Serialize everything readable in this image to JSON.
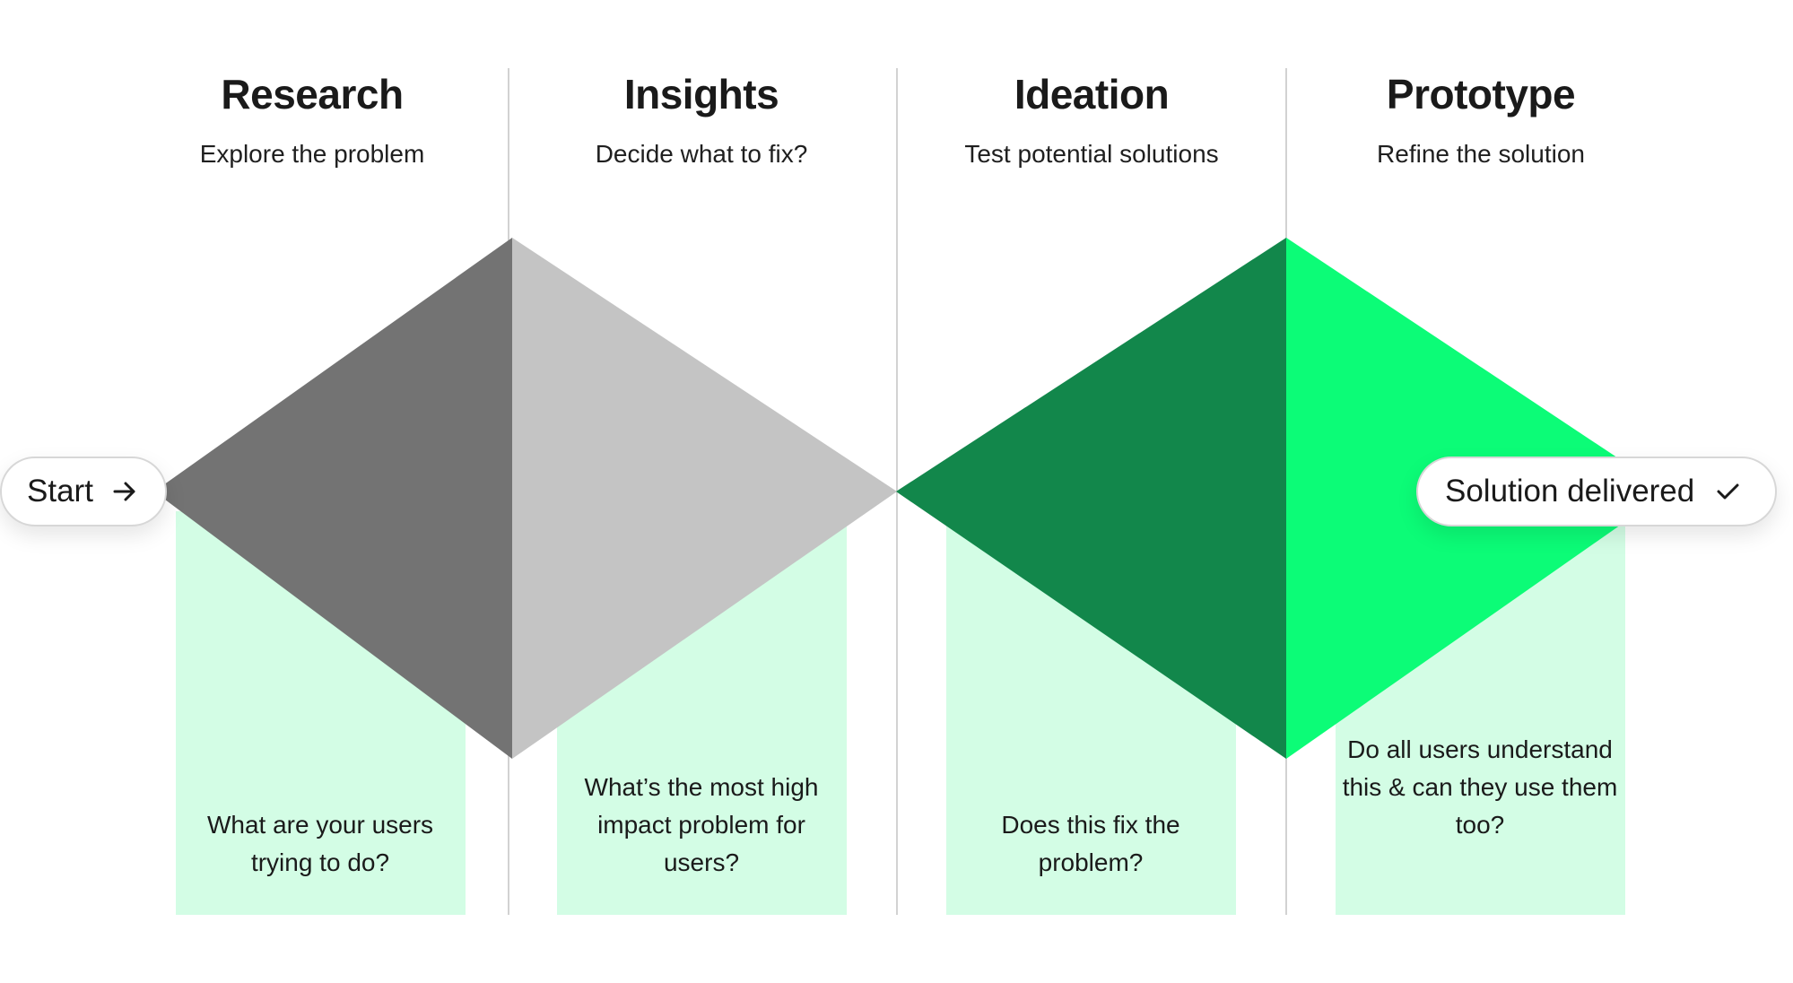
{
  "columns": [
    {
      "title": "Research",
      "subtitle": "Explore the problem",
      "question": "What are your users trying to do?"
    },
    {
      "title": "Insights",
      "subtitle": "Decide what to fix?",
      "question": "What’s the most high impact problem for users?"
    },
    {
      "title": "Ideation",
      "subtitle": "Test potential solutions",
      "question": "Does this fix the problem?"
    },
    {
      "title": "Prototype",
      "subtitle": "Refine the solution",
      "question": "Do all users understand this & can they use them too?"
    }
  ],
  "start_button": {
    "label": "Start",
    "icon": "arrow-right-icon"
  },
  "end_button": {
    "label": "Solution delivered",
    "icon": "checkmark-icon"
  },
  "colors": {
    "research": "#737373",
    "insights": "#c4c4c4",
    "ideation": "#12874b",
    "prototype": "#0cfc77",
    "question_panel": "#d3fde5",
    "divider": "#d2d2d2"
  }
}
